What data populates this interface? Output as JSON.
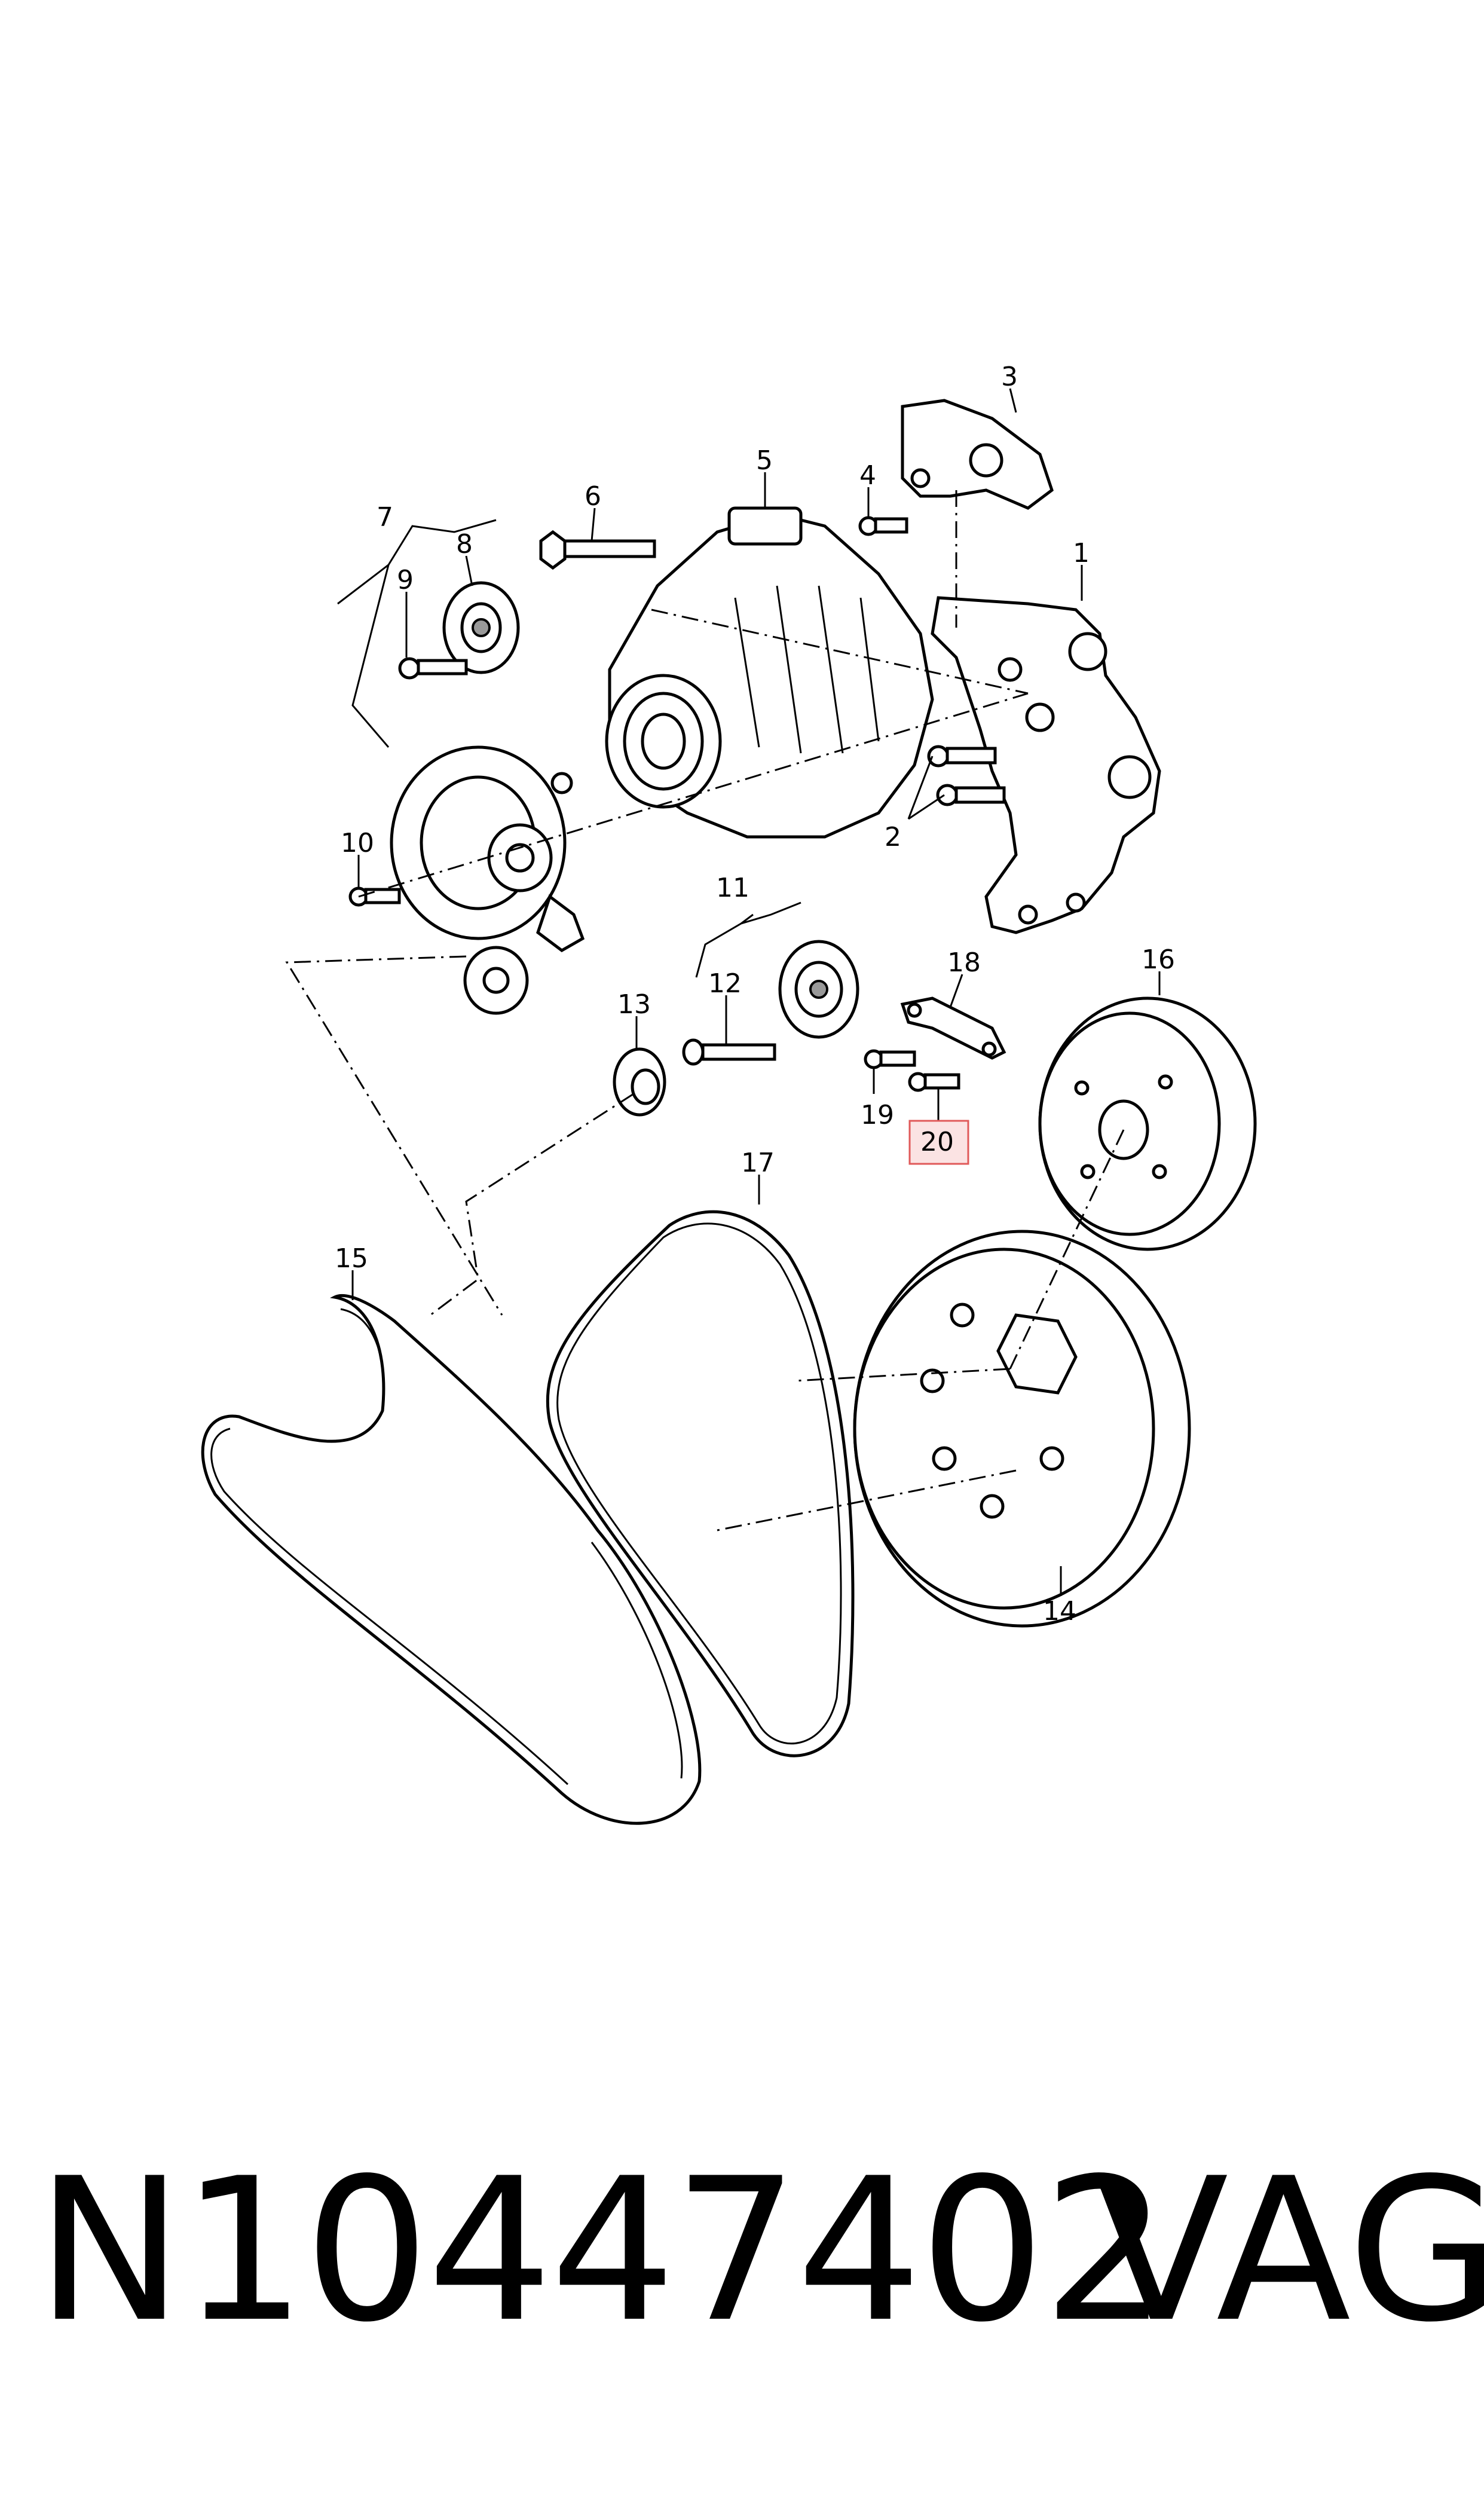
{
  "diagram": {
    "callouts": [
      "1",
      "2",
      "3",
      "4",
      "5",
      "6",
      "7",
      "8",
      "9",
      "10",
      "11",
      "12",
      "13",
      "14",
      "15",
      "16",
      "17",
      "18",
      "19",
      "20"
    ],
    "highlighted_callout": "20",
    "highlight_color": "#e05a5a",
    "highlight_fill": "#fbe3e3"
  },
  "footer": {
    "part_number": "N10447402",
    "brand": "VAG"
  }
}
